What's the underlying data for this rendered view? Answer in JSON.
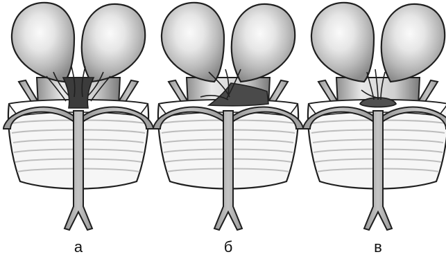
{
  "panels": [
    {
      "id": "a",
      "label": "а"
    },
    {
      "id": "b",
      "label": "б"
    },
    {
      "id": "v",
      "label": "в"
    }
  ],
  "colors": {
    "stroke": "#1f1f1f",
    "lobe_fill": "#cfcfcf",
    "lobe_highlight": "#f4f4f4",
    "vessel_fill": "#a8a8a8",
    "body_fill": "#f6f6f6",
    "body_stripe": "#cccccc",
    "dark_region": "#4a4a4a"
  }
}
